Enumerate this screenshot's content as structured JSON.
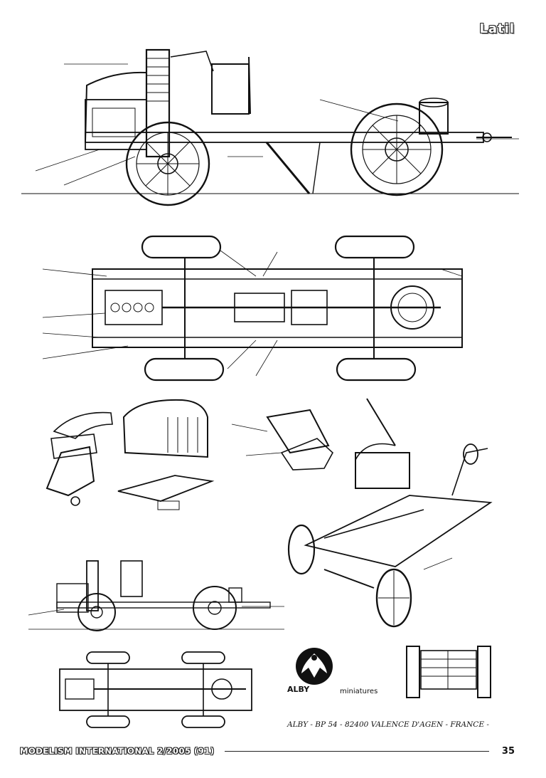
{
  "header": {
    "brand": "Latil"
  },
  "figures": [
    {
      "name": "side-elevation"
    },
    {
      "name": "chassis-plan"
    },
    {
      "name": "model-parts-exploded"
    },
    {
      "name": "small-side-view"
    },
    {
      "name": "small-plan-view"
    },
    {
      "name": "small-front-view"
    }
  ],
  "maker": {
    "brand": "ALBY",
    "tagline": "miniatures",
    "address": "ALBY - BP 54 - 82400 VALENCE D'AGEN - FRANCE -"
  },
  "footer": {
    "magazine": "MODELISM INTERNATIONAL 2/2005 (91)",
    "page_number": "35"
  }
}
